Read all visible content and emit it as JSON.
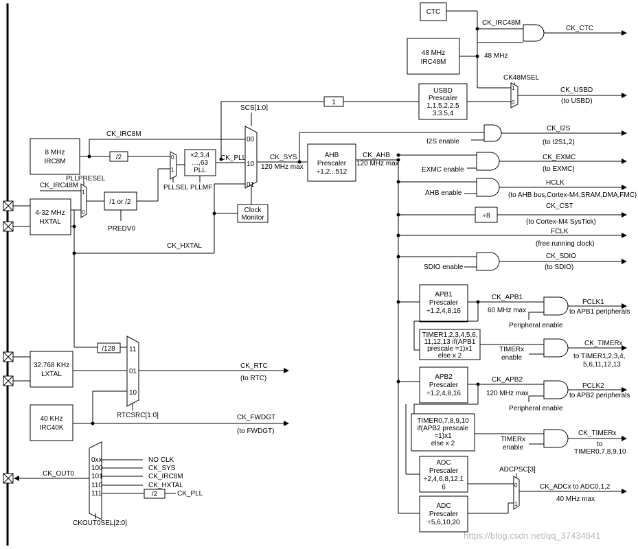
{
  "blocks": {
    "ctc": "CTC",
    "irc48m": [
      "48 MHz",
      "IRC48M"
    ],
    "usbd_presc": [
      "USBD",
      "Prescaler",
      "1,1.5,2,2.5",
      "3,3.5,4"
    ],
    "irc8m": [
      "8 MHz",
      "IRC8M"
    ],
    "hxtal": [
      "4-32 MHz",
      "HXTAL"
    ],
    "pll": [
      "×2,3,4",
      "…,63",
      "PLL"
    ],
    "clock_monitor": [
      "Clock",
      "Monitor"
    ],
    "ahb_presc": [
      "AHB",
      "Prescaler",
      "÷1,2...512"
    ],
    "div_predv": "/1 or /2",
    "div2_irc8m": "/2",
    "one_box": "1",
    "div8": "÷8",
    "lxtal": [
      "32.768 KHz",
      "LXTAL"
    ],
    "irc40k": [
      "40 KHz",
      "IRC40K"
    ],
    "div128": "/128",
    "div2_out": "/2",
    "apb1_presc": [
      "APB1",
      "Prescaler",
      "÷1,2,4,8,16"
    ],
    "timer_apb1": [
      "TIMER1,2,3,4,5,6,",
      "11,12,13 if(APB1",
      "prescale =1)x1",
      "else x 2"
    ],
    "apb2_presc": [
      "APB2",
      "Prescaler",
      "÷1,2,4,8,16"
    ],
    "timer_apb2": [
      "TIMER0,7,8,9,10",
      "if(APB2 prescale",
      "=1)x1",
      "else x 2"
    ],
    "adc_presc": [
      "ADC",
      "Prescaler",
      "÷2,4,6,8,12,1",
      "6"
    ],
    "adc_presc2": [
      "ADC",
      "Prescaler",
      "÷5,6,10,20"
    ]
  },
  "labels": {
    "ck_irc48m_top": "CK_IRC48M",
    "ck_ctc": "CK_CTC",
    "mhz48": "48 MHz",
    "ck48msel": "CK48MSEL",
    "ck_usbd": "CK_USBD",
    "to_usbd": "(to USBD)",
    "scs": "SCS[1:0]",
    "ck_irc8m": "CK_IRC8M",
    "pllpresel": "PLLPRESEL",
    "ck_irc48m_left": "CK_IRC48M",
    "pllsel": "PLLSEL",
    "pllmf": "PLLMF",
    "ck_pll": "CK_PLL",
    "ck_sys": "CK_SYS",
    "mhz120_max": "120 MHz max",
    "ck_ahb": "CK_AHB",
    "mhz120_max_ahb": "120 MHz max",
    "predv0": "PREDV0",
    "ck_hxtal": "CK_HXTAL",
    "mux_00": "00",
    "mux_10": "10",
    "mux_01": "01",
    "pllsel_0": "0",
    "pllsel_1": "1",
    "presel_1": "1",
    "presel_0": "0",
    "ck48_1": "1",
    "ck48_0": "0",
    "ck_i2s": "CK_I2S",
    "to_i2s": "(to I2S1,2)",
    "i2s_enable": "I2S enable",
    "ck_exmc": "CK_EXMC",
    "to_exmc": "(to EXMC)",
    "exmc_enable": "EXMC enable",
    "hclk": "HCLK",
    "to_ahb_bus": "(to AHB bus,Cortex-M4,SRAM,DMA,FMC)",
    "ahb_enable": "AHB enable",
    "ck_cst": "CK_CST",
    "to_systick": "(to Cortex-M4 SysTick)",
    "fclk": "FCLK",
    "free_running": "(free running clock)",
    "ck_sdio": "CK_SDIO",
    "to_sdio": "(to SDIO)",
    "sdio_enable": "SDIO enable",
    "ck_apb1": "CK_APB1",
    "mhz60_max": "60 MHz max",
    "pclk1": "PCLK1",
    "to_apb1_periph": "to APB1 peripherals",
    "periph_enable1": "Peripheral enable",
    "ck_timerx1": "CK_TIMERx",
    "timerx_enable1": [
      "TIMERx",
      "enable"
    ],
    "to_timer1": [
      "to TIMER1,2,3,4,",
      "5,6,11,12,13"
    ],
    "ck_apb2": "CK_APB2",
    "mhz120_max_apb2": "120 MHz max",
    "pclk2": "PCLK2",
    "to_apb2_periph": "to APB2 peripherals",
    "periph_enable2": "Peripheral enable",
    "ck_timerx2": "CK_TIMERx",
    "timerx_enable2": [
      "TIMERx",
      "enable"
    ],
    "to_timer0": [
      "to",
      "TIMER0,7,8,9,10"
    ],
    "adcpsc": "ADCPSC[3]",
    "ck_adcx": "CK_ADCx to ADC0,1,2",
    "mhz40_max": "40 MHz max",
    "adc_0": "0",
    "adc_1": "1",
    "ck_rtc": "CK_RTC",
    "to_rtc": "(to RTC)",
    "rtc_11": "11",
    "rtc_01": "01",
    "rtc_10": "10",
    "rtcsrc": "RTCSRC[1:0]",
    "ck_fwdgt": "CK_FWDGT",
    "to_fwdgt": "(to FWDGT)",
    "ck_out0": "CK_OUT0",
    "out_0xx": "0xx",
    "out_100": "100",
    "out_101": "101",
    "out_110": "110",
    "out_111": "111",
    "no_clk": "NO CLK",
    "out_ck_sys": "CK_SYS",
    "out_ck_irc8m": "CK_IRC8M",
    "out_ck_hxtal": "CK_HXTAL",
    "out_ck_pll": "CK_PLL",
    "ckout0sel": "CKOUT0SEL[2:0]"
  },
  "watermark": "https://blog.csdn.net/qq_37434641"
}
